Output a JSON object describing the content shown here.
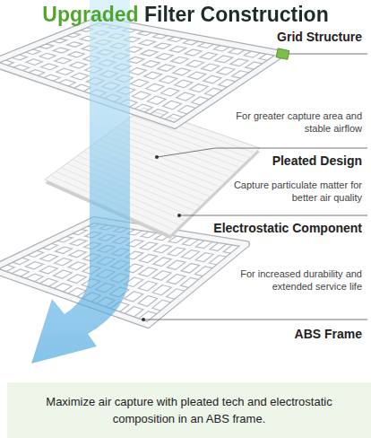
{
  "diagram": {
    "title": "Upgraded Filter Construction",
    "caption": "Maximize air capture with pleated tech and electrostatic composition in an ABS frame.",
    "labels": [
      "Grid Structure",
      "For greater capture area and stable airflow",
      "Pleated Design",
      "Capture particulate matter for better air quality",
      "Electrostatic Component",
      "For increased durability and extended service life",
      "ABS Frame"
    ]
  }
}
